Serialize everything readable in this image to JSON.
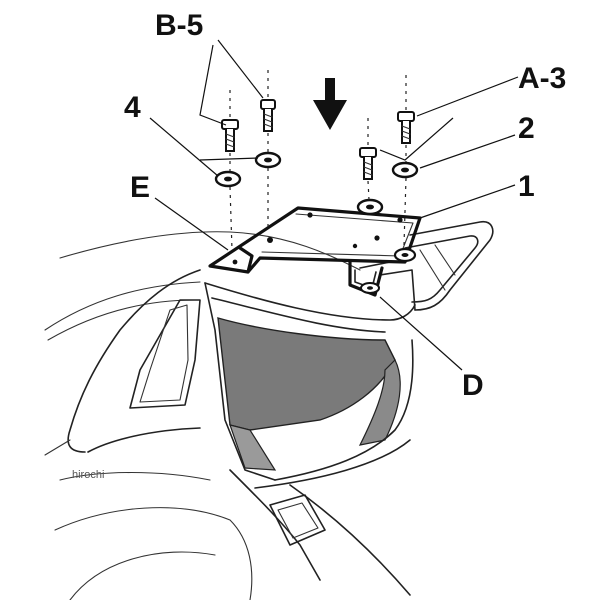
{
  "labels": {
    "b5": "B-5",
    "a3": "A-3",
    "n4": "4",
    "n2": "2",
    "e": "E",
    "n1": "1",
    "d": "D"
  },
  "watermark": "hirochi",
  "colors": {
    "ink": "#111111",
    "screen_fill": "#7a7a7a",
    "background": "#ffffff"
  },
  "icons": {
    "arrow": "down-arrow-icon"
  }
}
